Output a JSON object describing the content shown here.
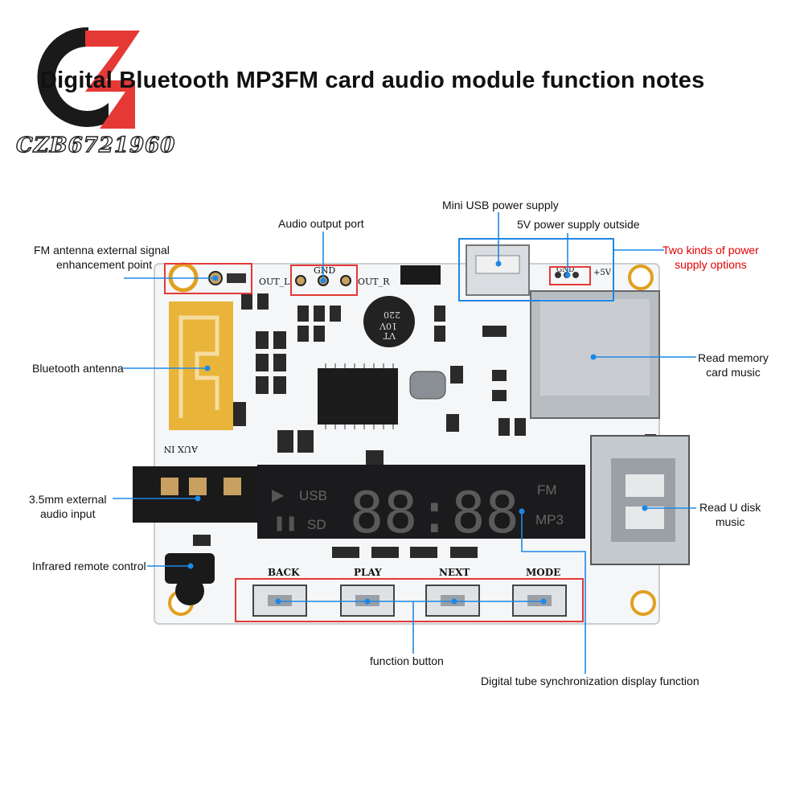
{
  "brand": {
    "text": "CZB6721960",
    "logo_colors": {
      "primary": "#e53935",
      "secondary": "#1a1a1a"
    }
  },
  "title": "Digital Bluetooth MP3FM card audio module function notes",
  "callouts": {
    "fm_antenna": [
      "FM antenna external signal",
      "enhancement point"
    ],
    "audio_output": "Audio output port",
    "mini_usb": "Mini USB power supply",
    "ext_5v": "5V power supply outside",
    "two_kinds": [
      "Two kinds of power",
      "supply options"
    ],
    "bt_antenna": "Bluetooth antenna",
    "memory_card": [
      "Read memory",
      "card music"
    ],
    "aux_input": [
      "3.5mm external",
      "audio input"
    ],
    "u_disk": [
      "Read U disk",
      "music"
    ],
    "ir_remote": "Infrared remote control",
    "function_button": "function button",
    "digital_tube": "Digital tube synchronization display function"
  },
  "board_silkscreen": {
    "out_l": "OUT_L",
    "out_r": "OUT_R",
    "gnd_audio": "GND",
    "gnd_power": "GND",
    "plus5v": "+5V",
    "aux_in": "AUX IN",
    "capacitor": [
      "220",
      "10V",
      "VT"
    ],
    "buttons": [
      "BACK",
      "PLAY",
      "NEXT",
      "MODE"
    ]
  },
  "display": {
    "digits": "88:88",
    "left_labels": [
      "USB",
      "SD"
    ],
    "right_labels": [
      "FM",
      "MP3"
    ]
  },
  "colors": {
    "leader": "#1e88e5",
    "highlight_box": "#e53935",
    "power_box": "#1e88e5",
    "board": "#f4f6f8",
    "bt_antenna": "#e8b43a"
  }
}
